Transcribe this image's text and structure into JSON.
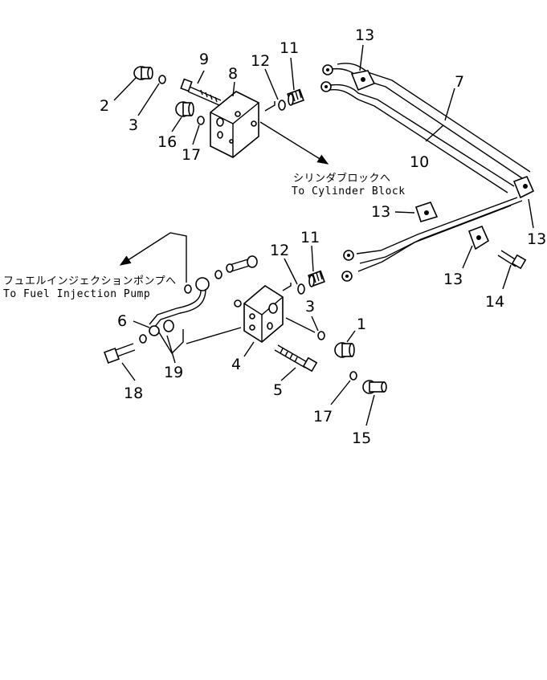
{
  "destinations": {
    "cylinder_jp": "シリンダブロックへ",
    "cylinder_en": "To  Cylinder  Block",
    "pump_jp": "フュエルインジェクションポンプへ",
    "pump_en": "To  Fuel  Injection  Pump"
  },
  "labels": {
    "p1": "1",
    "p2": "2",
    "p3_upper": "3",
    "p3_lower": "3",
    "p4": "4",
    "p5": "5",
    "p6": "6",
    "p7": "7",
    "p8": "8",
    "p9": "9",
    "p10": "10",
    "p11_upper": "11",
    "p11_lower": "11",
    "p12_upper": "12",
    "p12_lower": "12",
    "p13_top": "13",
    "p13_mid_left": "13",
    "p13_right": "13",
    "p13_lower": "13",
    "p14": "14",
    "p15": "15",
    "p16": "16",
    "p17_upper": "17",
    "p17_lower": "17",
    "p18": "18",
    "p19": "19"
  }
}
